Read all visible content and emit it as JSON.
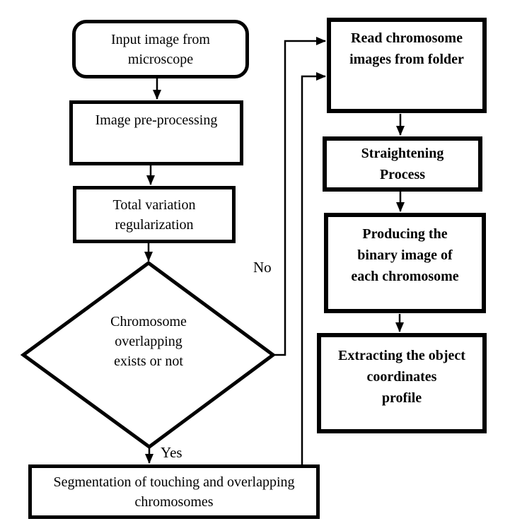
{
  "flowchart": {
    "background_color": "#ffffff",
    "stroke_color": "#000000",
    "text_color": "#000000",
    "nodes": {
      "input_image": {
        "type": "terminator",
        "lines": [
          "Input image from",
          "microscope"
        ]
      },
      "preprocessing": {
        "type": "process",
        "lines": [
          "Image pre-processing"
        ]
      },
      "total_variation": {
        "type": "process",
        "lines": [
          "Total variation",
          "regularization"
        ]
      },
      "overlap_decision": {
        "type": "decision",
        "lines": [
          "Chromosome",
          "overlapping",
          "exists or not"
        ]
      },
      "segmentation": {
        "type": "process",
        "lines": [
          "Segmentation of touching and overlapping",
          "chromosomes"
        ]
      },
      "read_images": {
        "type": "process",
        "lines": [
          "Read chromosome",
          "images from folder"
        ]
      },
      "straightening": {
        "type": "process",
        "lines": [
          "Straightening",
          "Process"
        ]
      },
      "binary_image": {
        "type": "process",
        "lines": [
          "Producing the",
          "binary image of",
          "each chromosome"
        ]
      },
      "extract_profile": {
        "type": "process",
        "lines": [
          "Extracting the object",
          "coordinates",
          "profile"
        ]
      }
    },
    "edge_labels": {
      "no": "No",
      "yes": "Yes"
    }
  }
}
